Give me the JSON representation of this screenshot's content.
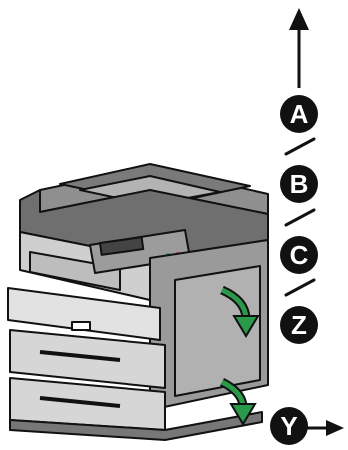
{
  "labels": {
    "a": "A",
    "b": "B",
    "c": "C",
    "z": "Z",
    "y": "Y"
  },
  "colors": {
    "outline": "#111111",
    "body_light": "#d3d3d3",
    "body_mid": "#9a9a9a",
    "body_dark": "#5a5a5a",
    "arrow_green": "#2a9a4a",
    "panel_green": "#2f9b58",
    "panel_red": "#d8322b"
  },
  "icons": {
    "up_arrow": "arrow-up-icon",
    "right_arrow": "arrow-right-icon",
    "curved_arrow": "curved-arrow-icon"
  }
}
